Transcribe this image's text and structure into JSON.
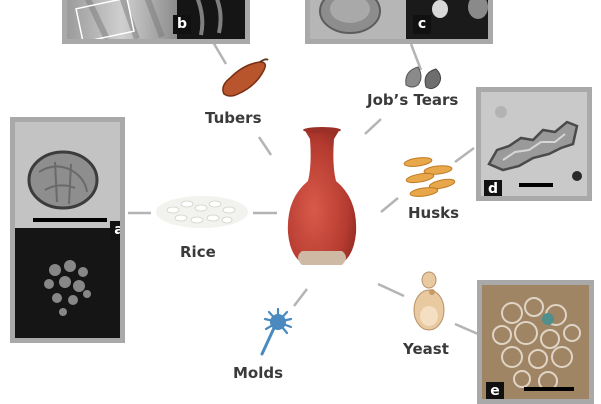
{
  "labels": {
    "tubers": "Tubers",
    "jobs_tears": "Job’s Tears",
    "husks": "Husks",
    "rice": "Rice",
    "yeast": "Yeast",
    "molds": "Molds"
  },
  "panel_letters": {
    "a": "a",
    "b": "b",
    "c": "c",
    "d": "d",
    "e": "e"
  },
  "colors": {
    "vessel": "#c0443a",
    "vessel_base": "#cdb9a4",
    "tuber": "#b8552c",
    "husk": "#e8a74a",
    "mold": "#4a8ac0",
    "yeast": "#e8c9a0",
    "tears": "#7a7a7a",
    "panel_border": "#a9a9a9",
    "connector": "#b4b4b4"
  }
}
